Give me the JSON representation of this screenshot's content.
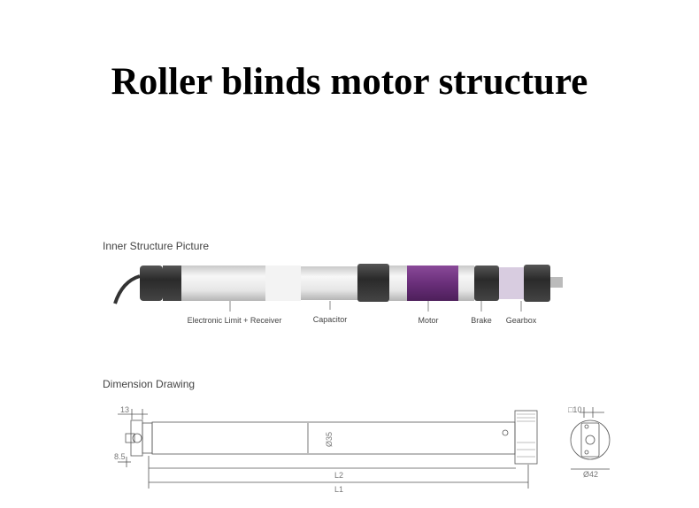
{
  "title": "Roller blinds motor structure",
  "inner_structure": {
    "heading": "Inner Structure Picture",
    "parts": [
      "Electronic Limit + Receiver",
      "Capacitor",
      "Motor",
      "Brake",
      "Gearbox"
    ],
    "colors": {
      "motor": "#6a2f7a",
      "tube": "#e8e8e8",
      "caps": "#3a3a3a"
    }
  },
  "dimension_drawing": {
    "heading": "Dimension Drawing",
    "labels": {
      "head_width": "13",
      "pin_offset": "8.5",
      "tube_diameter": "Ø35",
      "L2": "L2",
      "L1": "L1",
      "square_shaft": "□10",
      "end_diameter": "Ø42"
    }
  }
}
